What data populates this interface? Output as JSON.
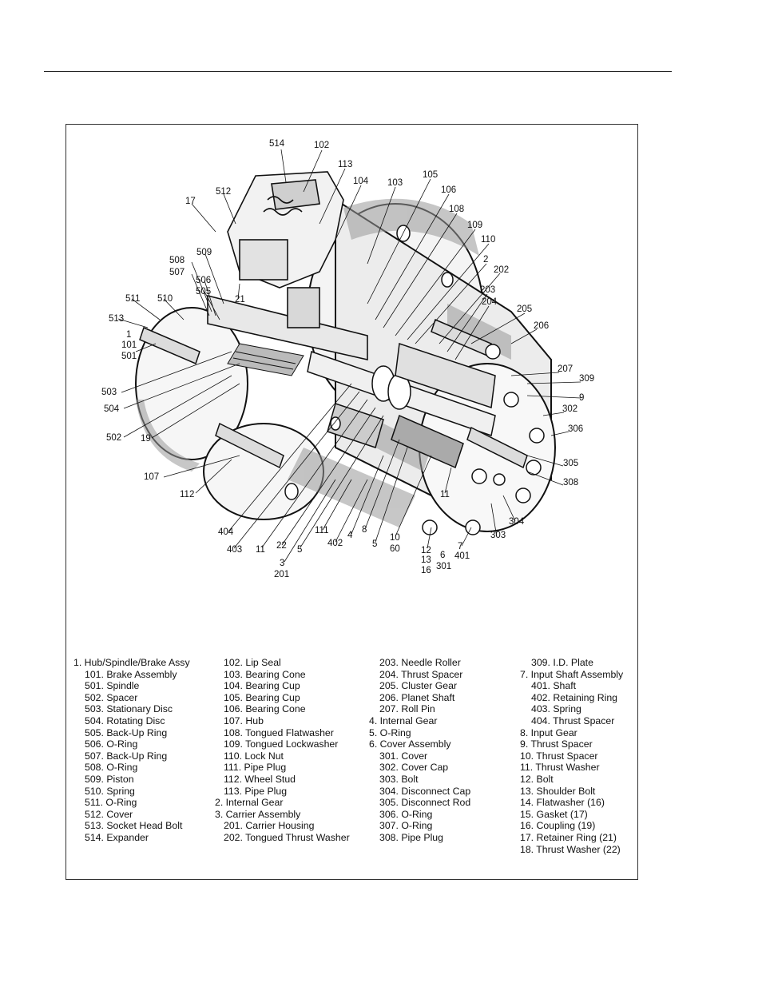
{
  "callouts": [
    "514",
    "102",
    "113",
    "104",
    "103",
    "105",
    "106",
    "108",
    "109",
    "110",
    "2",
    "202",
    "203",
    "204",
    "205",
    "206",
    "207",
    "309",
    "9",
    "302",
    "306",
    "305",
    "308",
    "304",
    "303",
    "17",
    "512",
    "509",
    "508",
    "507",
    "506",
    "505",
    "21",
    "511",
    "510",
    "513",
    "1",
    "101",
    "501",
    "503",
    "504",
    "502",
    "19",
    "107",
    "112",
    "404",
    "403",
    "11",
    "22",
    "5",
    "3",
    "201",
    "111",
    "402",
    "4",
    "8",
    "5",
    "10",
    "60",
    "12",
    "13",
    "16",
    "6",
    "301",
    "7",
    "401",
    "11"
  ],
  "legend": {
    "col1": [
      "1. Hub/Spindle/Brake Assy",
      "101. Brake Assembly",
      "501. Spindle",
      "502. Spacer",
      "503. Stationary Disc",
      "504. Rotating Disc",
      "505. Back-Up Ring",
      "506. O-Ring",
      "507. Back-Up Ring",
      "508. O-Ring",
      "509. Piston",
      "510. Spring",
      "511. O-Ring",
      "512. Cover",
      "513. Socket Head Bolt",
      "514. Expander"
    ],
    "col2": [
      "102. Lip Seal",
      "103. Bearing Cone",
      "104. Bearing Cup",
      "105. Bearing Cup",
      "106. Bearing Cone",
      "107. Hub",
      "108. Tongued Flatwasher",
      "109. Tongued Lockwasher",
      "110. Lock Nut",
      "111. Pipe Plug",
      "112. Wheel Stud",
      "113. Pipe Plug",
      "2. Internal Gear",
      "3. Carrier Assembly",
      "201. Carrier Housing",
      "202. Tongued Thrust Washer"
    ],
    "col3": [
      "203. Needle Roller",
      "204. Thrust Spacer",
      "205. Cluster Gear",
      "206. Planet Shaft",
      "207. Roll Pin",
      "4. Internal Gear",
      "5. O-Ring",
      "6. Cover Assembly",
      "301. Cover",
      "302. Cover Cap",
      "303. Bolt",
      "304. Disconnect Cap",
      "305. Disconnect Rod",
      "306. O-Ring",
      "307. O-Ring",
      "308. Pipe Plug"
    ],
    "col4": [
      "309. I.D. Plate",
      "7. Input Shaft Assembly",
      "401. Shaft",
      "402. Retaining Ring",
      "403. Spring",
      "404. Thrust Spacer",
      "8. Input Gear",
      "9. Thrust Spacer",
      "10. Thrust Spacer",
      "11. Thrust Washer",
      "12. Bolt",
      "13. Shoulder Bolt",
      "14. Flatwasher (16)",
      "15. Gasket (17)",
      "16. Coupling (19)",
      "17. Retainer Ring (21)",
      "18. Thrust Washer (22)"
    ]
  }
}
